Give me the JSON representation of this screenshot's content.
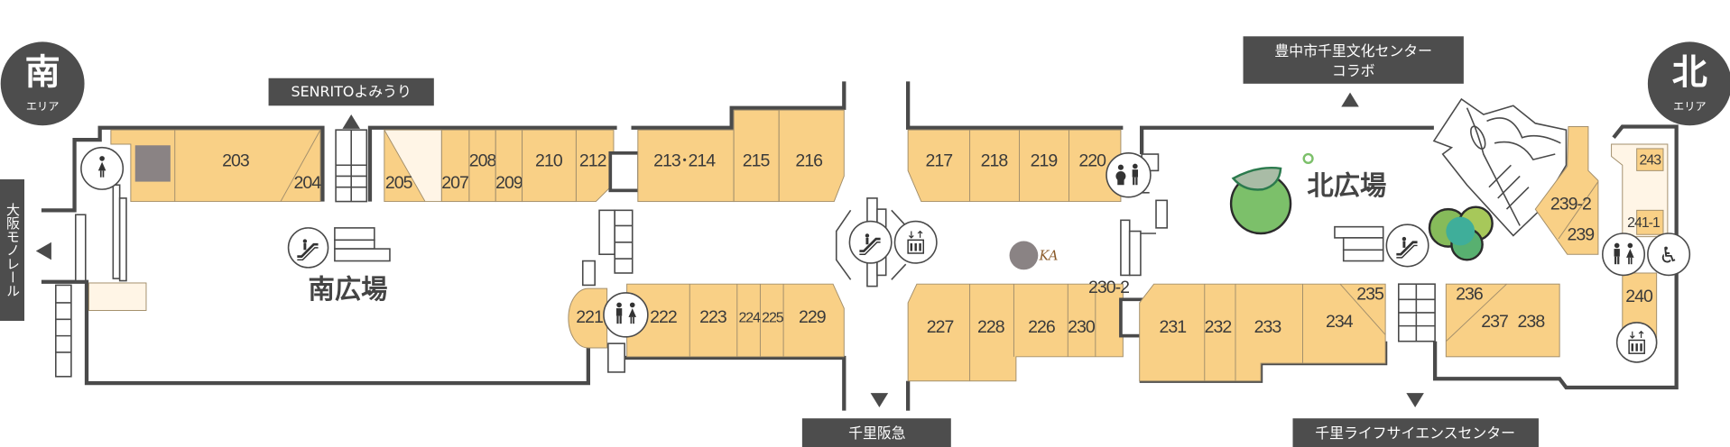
{
  "areas": {
    "south": {
      "title": "南",
      "sub": "エリア"
    },
    "north": {
      "title": "北",
      "sub": "エリア"
    }
  },
  "plazas": {
    "south": "南広場",
    "north": "北広場"
  },
  "destinations": {
    "monorail": "大阪モノレール",
    "senrito": "SENRITOよみうり",
    "collabo_line1": "豊中市千里文化センター",
    "collabo_line2": "コラボ",
    "hankyu": "千里阪急",
    "life_science": "千里ライフサイエンスセンター"
  },
  "shops": {
    "s203": "203",
    "s204": "204",
    "s205": "205",
    "s207": "207",
    "s208": "208",
    "s209": "209",
    "s210": "210",
    "s212": "212",
    "s213": "213･214",
    "s215": "215",
    "s216": "216",
    "s217": "217",
    "s218": "218",
    "s219": "219",
    "s220": "220",
    "s221": "221",
    "s222": "222",
    "s223": "223",
    "s224": "224",
    "s225": "225",
    "s229": "229",
    "s226": "226",
    "s227": "227",
    "s228": "228",
    "s230": "230",
    "s230_2": "230-2",
    "s231": "231",
    "s232": "232",
    "s233": "233",
    "s234": "234",
    "s235": "235",
    "s236": "236",
    "s237": "237",
    "s238": "238",
    "s239": "239",
    "s239_2": "239-2",
    "s240": "240",
    "s241_1": "241-1",
    "s243": "243"
  },
  "logo_text": "KA",
  "icons": [
    "restroom-icon",
    "escalator-icon",
    "elevator-icon",
    "baby-room-icon",
    "wheelchair-icon",
    "tree-icon"
  ],
  "colors": {
    "shop": "#f9d086",
    "wall": "#4a4a4a",
    "label_bg": "#4d4d4d",
    "tree": "#7cc06a"
  }
}
